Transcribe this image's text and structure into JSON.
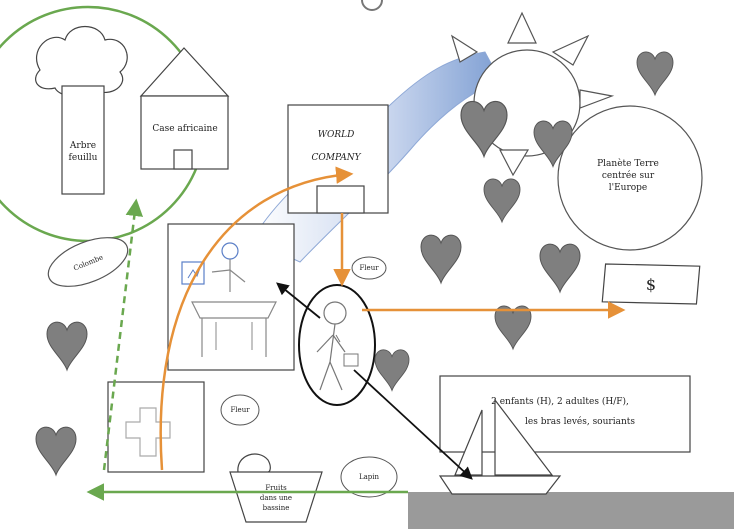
{
  "labels": {
    "tree": [
      "Arbre",
      "feuillu"
    ],
    "hut": "Case africaine",
    "world_company": [
      "WORLD",
      "COMPANY"
    ],
    "planet": [
      "Planète Terre",
      "centrée sur",
      "l'Europe"
    ],
    "dove": "Colombe",
    "flower_1": "Fleur",
    "flower_2": "Fleur",
    "dollar": "$",
    "people": [
      "2 enfants (H), 2 adultes (H/F),",
      "les bras levés, souriants"
    ],
    "basin": [
      "Fruits",
      "dans une",
      "bassine"
    ],
    "rabbit": "Lapin"
  },
  "colors": {
    "green": "#6aa84f",
    "orange": "#e69138",
    "heart": "#7f7f7f",
    "heart_stroke": "#555555",
    "band": "#a9bfe3",
    "line": "#444444"
  }
}
